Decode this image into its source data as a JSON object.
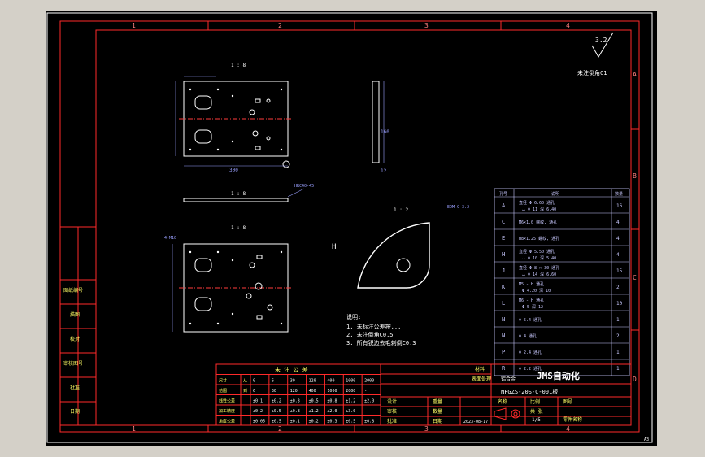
{
  "colors": {
    "background": "#d4d0c8",
    "sheet": "#000000",
    "frame": "#ff2a2a",
    "outline": "#ffffff",
    "dimension": "#9aa0ff",
    "centerline": "#ff3b3b",
    "yellow": "#ffff66",
    "table": "#c9c9ff"
  },
  "zones": {
    "top": [
      "1",
      "2",
      "3",
      "4"
    ],
    "bottom": [
      "1",
      "2",
      "3",
      "4"
    ],
    "right": [
      "A",
      "B",
      "C",
      "D"
    ]
  },
  "roughness": {
    "value": "3.2"
  },
  "notes": {
    "chamfer_note": "未注倒角C1",
    "tech_title": "说明:",
    "tech_lines": [
      "1. 未标注公差按...",
      "2. 未注倒角C0.5",
      "3. 所有锐边去毛刺倒C0.3"
    ],
    "section_mark": "H"
  },
  "dims": {
    "top_plate_width": "300",
    "top_plate_height": "160",
    "side_view_thickness": "12",
    "section_label_1": "1 : 8",
    "section_label_2": "1 : 8",
    "section_label_3": "1 : 8",
    "section_label_detail": "1 : 2",
    "leader_top": "HRC40-45",
    "leader_left": "4-M10",
    "leader_detail": "EDM-C 3.2"
  },
  "hole_table": {
    "headers": [
      "孔号",
      "说明",
      "数量"
    ],
    "rows": [
      {
        "id": "A",
        "desc1": "直径 Φ 6.60 通孔",
        "desc2": "⌴ Φ 11 深 6.40",
        "qty": "16"
      },
      {
        "id": "C",
        "desc1": "M6×1.0 螺纹, 通孔",
        "desc2": "",
        "qty": "4"
      },
      {
        "id": "E",
        "desc1": "M8×1.25 螺纹, 通孔",
        "desc2": "",
        "qty": "4"
      },
      {
        "id": "H",
        "desc1": "直径 Φ 5.50 通孔",
        "desc2": "⌴ Φ 10 深 5.40",
        "qty": "4"
      },
      {
        "id": "J",
        "desc1": "直径 Φ 8 × 30 通孔",
        "desc2": "⌴ Φ 14 深 6.60",
        "qty": "15"
      },
      {
        "id": "K",
        "desc1": "M5 - H 通孔",
        "desc2": "Φ 4.20 深 10",
        "qty": "2"
      },
      {
        "id": "L",
        "desc1": "M6 - H 通孔",
        "desc2": "Φ 5 深 12",
        "qty": "10"
      },
      {
        "id": "N",
        "desc1": "Φ 5.4 通孔",
        "desc2": "",
        "qty": "1"
      },
      {
        "id": "N",
        "desc1": "Φ 4 通孔",
        "desc2": "",
        "qty": "2"
      },
      {
        "id": "P",
        "desc1": "Φ 2.4 通孔",
        "desc2": "",
        "qty": "1"
      },
      {
        "id": "R",
        "desc1": "Φ 2.2 通孔",
        "desc2": "",
        "qty": "1"
      }
    ]
  },
  "left_strip": [
    "图纸编号",
    "描图",
    "校对",
    "审核图号",
    "批准",
    "日期"
  ],
  "tolerance_table": {
    "title": "未 注 公 差",
    "row1_label": "尺寸",
    "row1_sub": "从",
    "row1": [
      "0",
      "6",
      "30",
      "120",
      "400",
      "1000",
      "2000"
    ],
    "row2_label": "范围",
    "row2_sub": "到",
    "row2": [
      "6",
      "30",
      "120",
      "400",
      "1000",
      "2000",
      "-"
    ],
    "row3_label": "线性公差",
    "row3": [
      "±0.1",
      "±0.2",
      "±0.3",
      "±0.5",
      "±0.8",
      "±1.2",
      "±2.0"
    ],
    "row4_label": "加工精度",
    "row4": [
      "±0.2",
      "±0.5",
      "±0.8",
      "±1.2",
      "±2.0",
      "±3.0",
      "-"
    ],
    "row5_label": "角度公差",
    "row5": [
      "±0.05",
      "±0.5",
      "±0.1",
      "±0.2",
      "±0.3",
      "±0.5",
      "±0.8"
    ]
  },
  "title_block": {
    "company": "JMS自动化",
    "drawing_no": "NFGZS-20S-C-001板",
    "material_label": "材料",
    "material": "铝合金",
    "scale_label": "比例",
    "sheet_label": "图号",
    "sheet_count": "1/5",
    "name_label": "名称",
    "treatment_label": "表面处理",
    "designer_label": "设计",
    "checker_label": "审核",
    "approver_label": "批准",
    "date_label": "日期",
    "weight_label": "重量",
    "qty_label": "数量",
    "date_value": "2023-08-17",
    "sheet_num_label": "共 张",
    "part_label": "零件名称"
  },
  "corner_stamp": "A3"
}
